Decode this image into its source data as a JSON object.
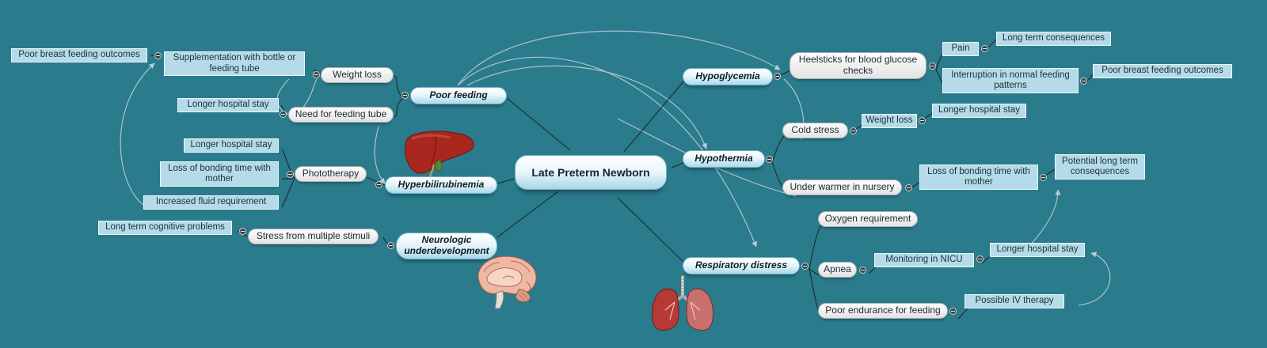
{
  "diagram": {
    "center": "Late Preterm Newborn",
    "branches": {
      "poor_feeding": {
        "label": "Poor feeding",
        "weight_loss": "Weight loss",
        "supplementation": "Supplementation with bottle or feeding tube",
        "poor_bf_outcomes": "Poor breast feeding outcomes",
        "need_tube": "Need for feeding tube",
        "longer_stay": "Longer hospital stay"
      },
      "hyperbilirubinemia": {
        "label": "Hyperbilirubinemia",
        "phototherapy": "Phototherapy",
        "longer_stay": "Longer hospital stay",
        "bonding": "Loss of bonding time with mother",
        "fluid": "Increased fluid requirement",
        "illustration": "liver"
      },
      "neurologic": {
        "label": "Neurologic underdevelopment",
        "stress": "Stress from multiple stimuli",
        "cognitive": "Long term cognitive problems",
        "illustration": "brain"
      },
      "hypoglycemia": {
        "label": "Hypoglycemia",
        "heelsticks": "Heelsticks for blood glucose checks",
        "pain": "Pain",
        "long_term": "Long term consequences",
        "interruption": "Interruption in normal feeding patterns",
        "poor_bf_outcomes": "Poor breast feeding outcomes"
      },
      "hypothermia": {
        "label": "Hypothermia",
        "cold_stress": "Cold stress",
        "weight_loss": "Weight loss",
        "longer_stay": "Longer hospital stay",
        "warmer": "Under warmer in nursery",
        "bonding": "Loss of bonding time with mother",
        "potential": "Potential long term consequences"
      },
      "respiratory": {
        "label": "Respiratory distress",
        "oxygen": "Oxygen requirement",
        "apnea": "Apnea",
        "nicu": "Monitoring in NICU",
        "longer_stay": "Longer hospital stay",
        "endurance": "Poor endurance for feeding",
        "iv": "Possible IV therapy",
        "illustration": "lungs"
      }
    }
  },
  "colors": {
    "background": "#2a7b8c",
    "leaf_box": "#b6dbe8",
    "main_topic": "#a9d9ec",
    "connector": "#1b2a30",
    "relationship": "#b9cdd3"
  }
}
